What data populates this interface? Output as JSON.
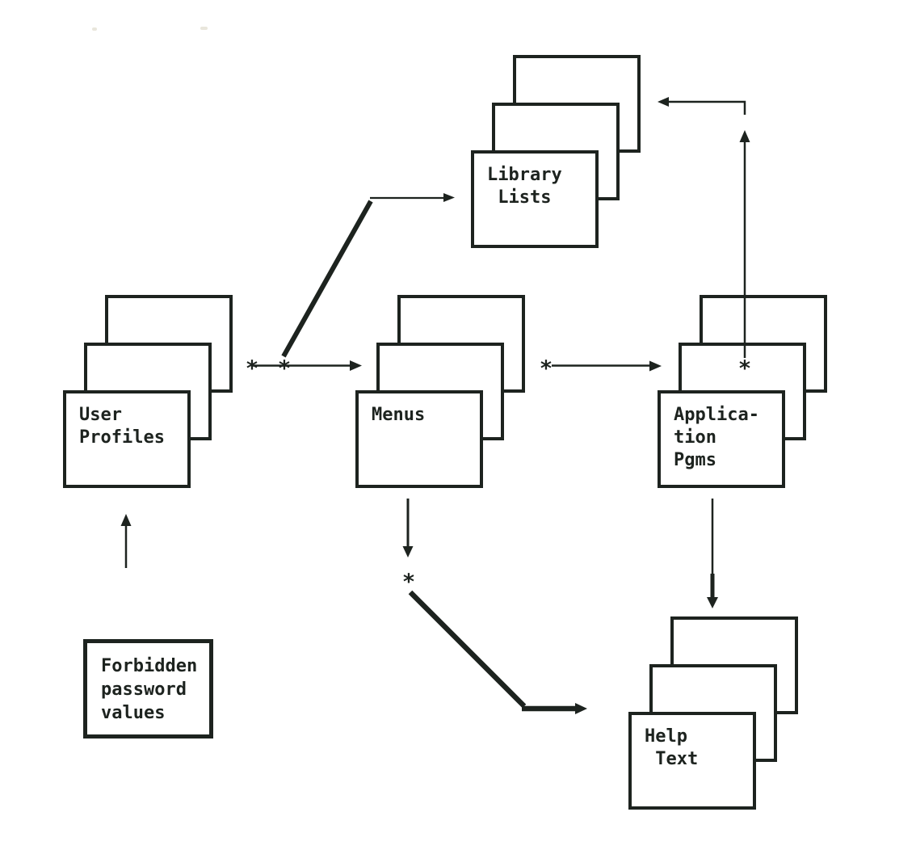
{
  "colors": {
    "background": "#ffffff",
    "ink": "#1d231f"
  },
  "nodes": {
    "library_lists": {
      "label": "Library\n Lists",
      "type": "stack"
    },
    "user_profiles": {
      "label": "User\nProfiles",
      "type": "stack"
    },
    "menus": {
      "label": "Menus",
      "type": "stack"
    },
    "application_pgms": {
      "label": "Applica-\ntion\nPgms",
      "type": "stack"
    },
    "help_text": {
      "label": "Help\n Text",
      "type": "stack"
    },
    "forbidden_password_values": {
      "label": "Forbidden\npassword\nvalues",
      "type": "single-box"
    }
  },
  "markers": {
    "user_profiles_to_menus_a": "*",
    "user_profiles_to_menus_b": "*",
    "menus_to_application_pgms": "*",
    "application_pgms_to_library_lists": "*",
    "menus_to_help_text": "*"
  },
  "edges": [
    {
      "from": "user_profiles",
      "to": "menus",
      "markers": "*-*",
      "direction": "right"
    },
    {
      "from": "user_profiles-menus-link",
      "to": "library_lists",
      "style": "thick-diagonal",
      "direction": "up-right"
    },
    {
      "from": "menus",
      "to": "application_pgms",
      "markers": "*",
      "direction": "right"
    },
    {
      "from": "application_pgms",
      "to": "library_lists",
      "markers": "*",
      "direction": "up-left"
    },
    {
      "from": "menus",
      "to": "help_text",
      "markers": "*",
      "style": "thick-diagonal",
      "direction": "down-right"
    },
    {
      "from": "application_pgms",
      "to": "help_text",
      "direction": "down"
    },
    {
      "from": "forbidden_password_values",
      "to": "user_profiles",
      "direction": "up"
    }
  ]
}
